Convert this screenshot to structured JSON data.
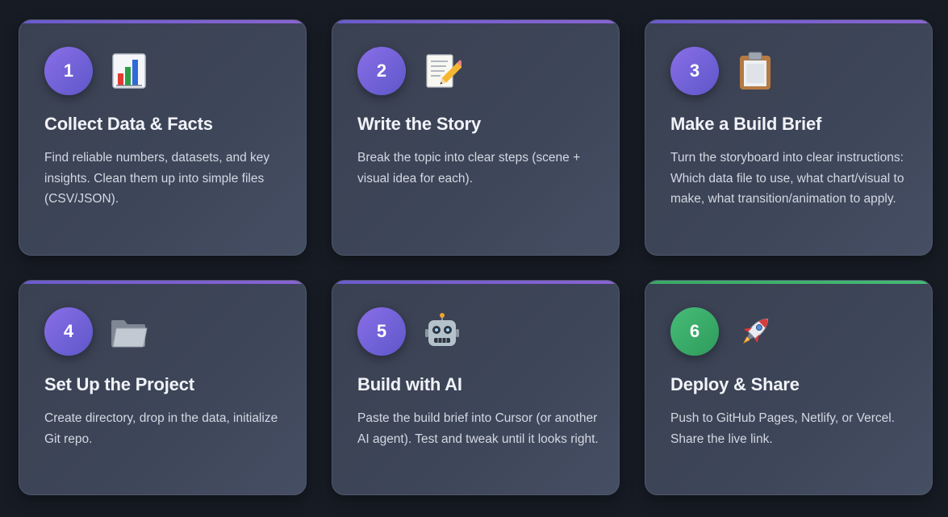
{
  "colors": {
    "background": "#171b24",
    "card": "#3d4558",
    "accent_purple": "#7b5fd6",
    "accent_green": "#3fae6a",
    "badge_purple_start": "#8a6ee8",
    "badge_purple_end": "#5d57c9",
    "badge_green": "#3aae6b"
  },
  "steps": [
    {
      "number": "1",
      "icon": "bar-chart-icon",
      "title": "Collect Data & Facts",
      "description": "Find reliable numbers, datasets, and key insights. Clean them up into simple files (CSV/JSON)."
    },
    {
      "number": "2",
      "icon": "memo-pencil-icon",
      "title": "Write the Story",
      "description": "Break the topic into clear steps (scene + visual idea for each)."
    },
    {
      "number": "3",
      "icon": "clipboard-icon",
      "title": "Make a Build Brief",
      "description": "Turn the storyboard into clear instructions: Which data file to use, what chart/visual to make, what transition/animation to apply."
    },
    {
      "number": "4",
      "icon": "folder-icon",
      "title": "Set Up the Project",
      "description": "Create directory, drop in the data, initialize Git repo."
    },
    {
      "number": "5",
      "icon": "robot-icon",
      "title": "Build with AI",
      "description": "Paste the build brief into Cursor (or another AI agent). Test and tweak until it looks right."
    },
    {
      "number": "6",
      "icon": "rocket-icon",
      "title": "Deploy & Share",
      "description": "Push to GitHub Pages, Netlify, or Vercel. Share the live link."
    }
  ]
}
